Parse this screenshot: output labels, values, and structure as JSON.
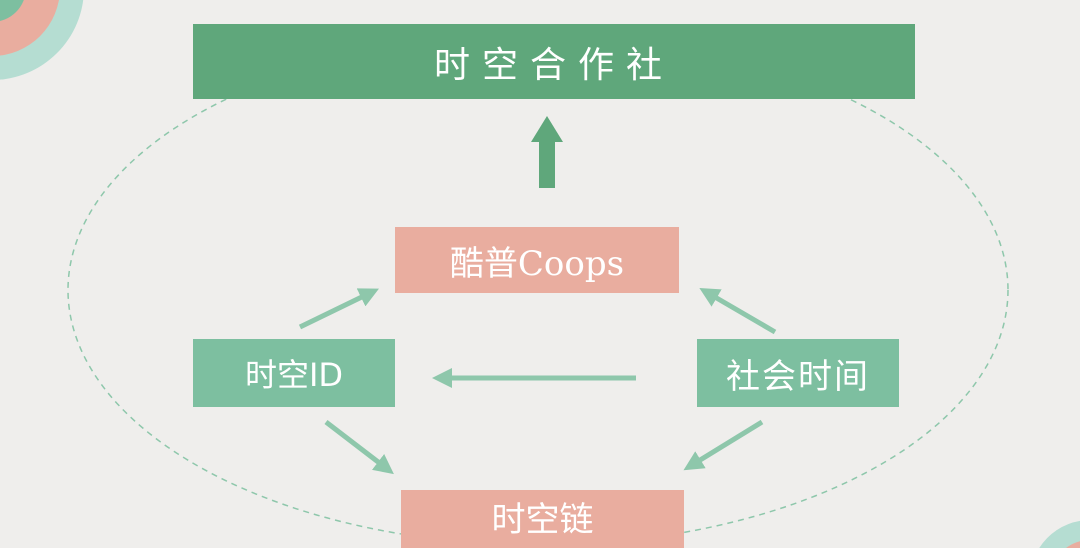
{
  "title": "时空合作社",
  "nodes": {
    "coops": "酷普Coops",
    "spacetime_id": "时空ID",
    "social_time": "社会时间",
    "spacetime_chain": "时空链"
  },
  "colors": {
    "dark_green": "#5fa77b",
    "light_green": "#7dbfa0",
    "pink": "#e9ad9f",
    "teal": "#b5ddd2",
    "background": "#efeeec"
  }
}
